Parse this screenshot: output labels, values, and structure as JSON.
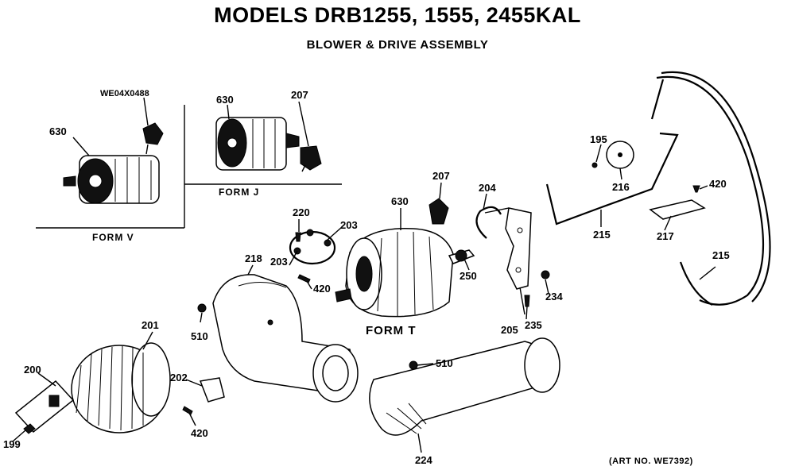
{
  "header": {
    "title": "MODELS DRB1255, 1555, 2455KAL",
    "subtitle": "BLOWER & DRIVE ASSEMBLY"
  },
  "forms": {
    "form_v": "FORM V",
    "form_j": "FORM J",
    "form_t": "FORM T"
  },
  "callouts": {
    "we04x0488": "WE04X0488",
    "p630_v": "630",
    "p630_j": "630",
    "p207_j": "207",
    "p630_t": "630",
    "p207_t": "207",
    "p204": "204",
    "p195": "195",
    "p216": "216",
    "p420_top": "420",
    "p215_belt": "215",
    "p217": "217",
    "p215_ring": "215",
    "p220": "220",
    "p203_top": "203",
    "p218": "218",
    "p203_left": "203",
    "p420_mid": "420",
    "p250": "250",
    "p234": "234",
    "p235": "235",
    "p205": "205",
    "p510_left": "510",
    "p201": "201",
    "p200": "200",
    "p202": "202",
    "p420_bottom": "420",
    "p199": "199",
    "p510_duct": "510",
    "p224": "224"
  },
  "footer": {
    "art_no": "(ART NO. WE7392)"
  }
}
